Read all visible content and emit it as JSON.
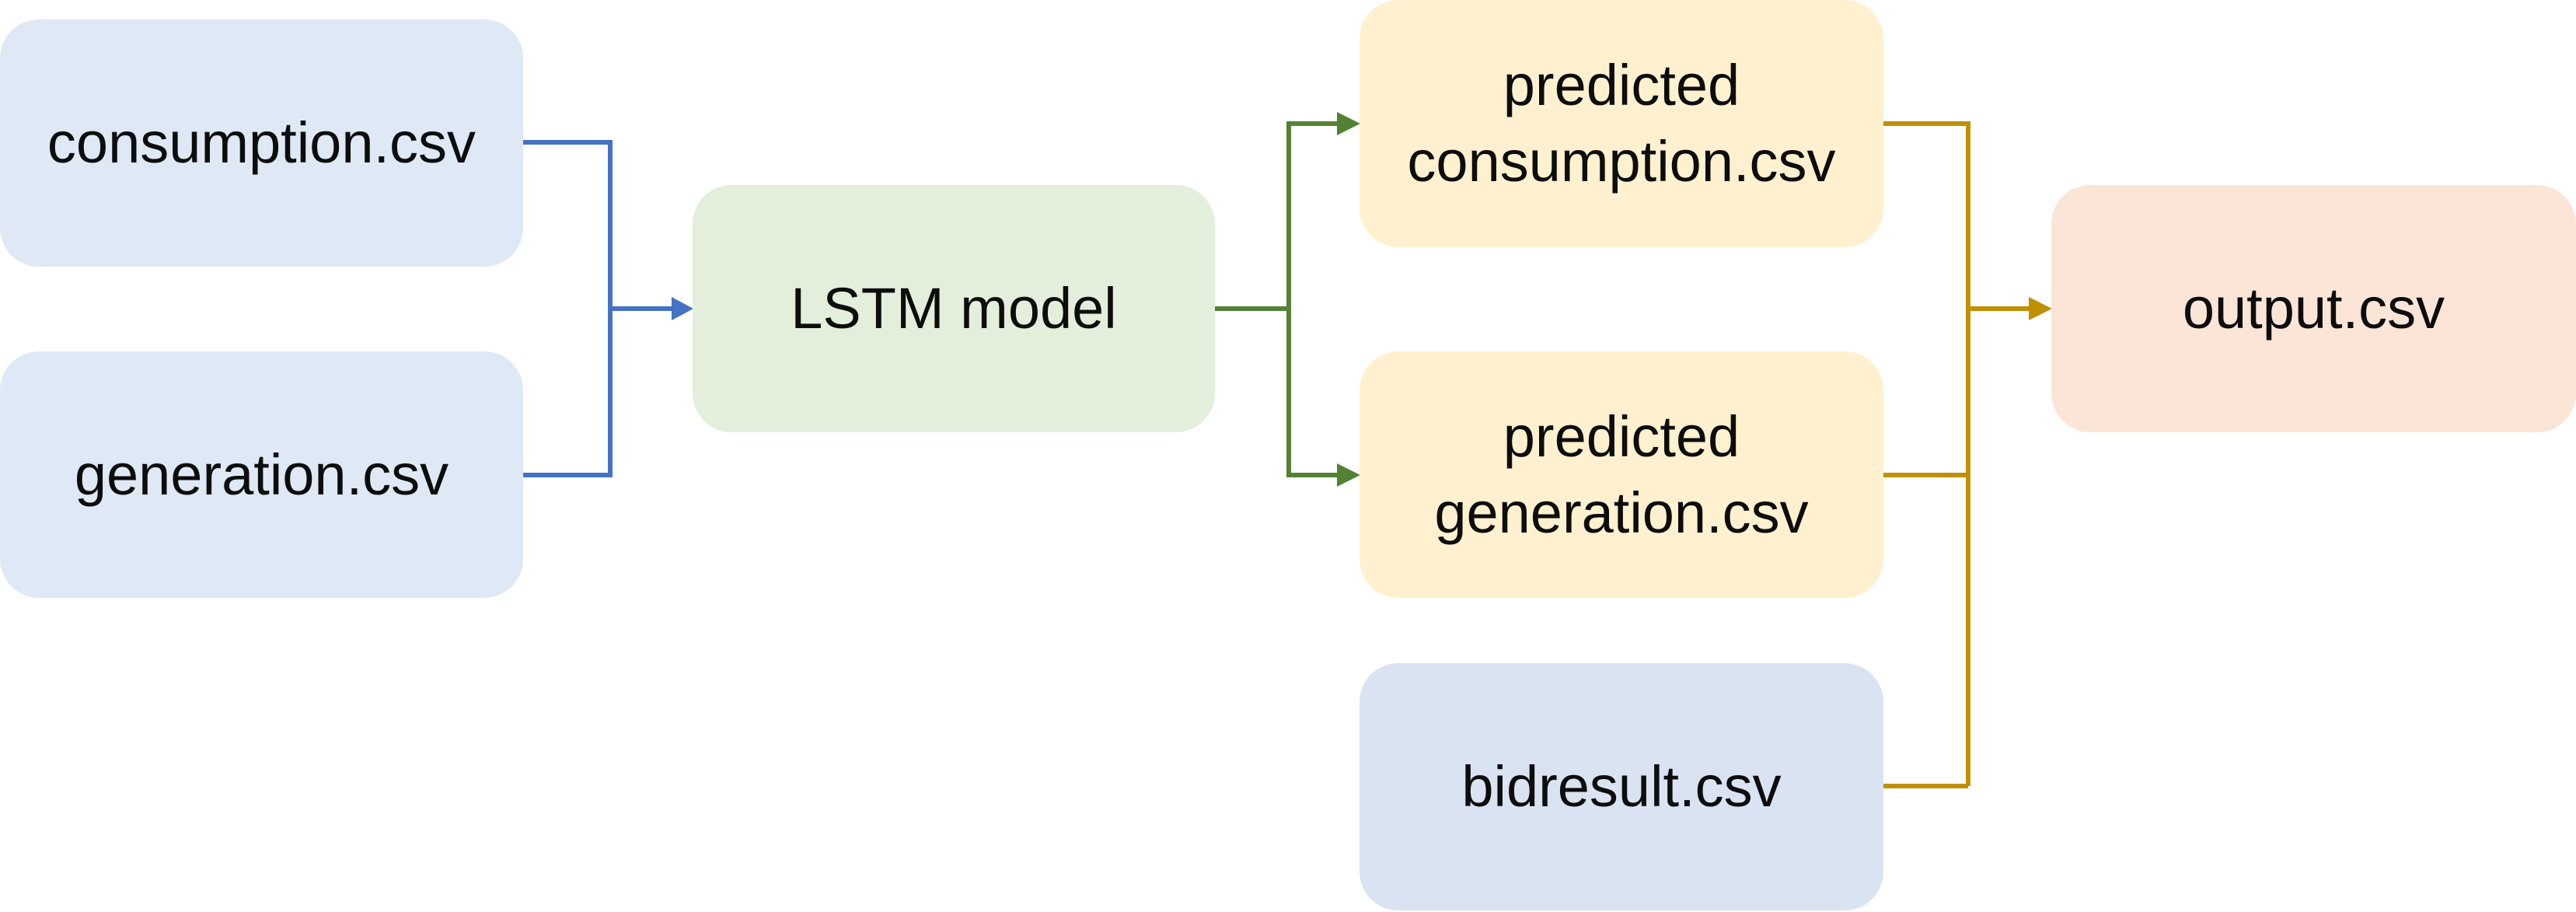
{
  "nodes": {
    "consumption": {
      "label": "consumption.csv",
      "color": "#dee9f5"
    },
    "generation": {
      "label": "generation.csv",
      "color": "#dee9f5"
    },
    "lstm": {
      "label": "LSTM model",
      "color": "#e3efda"
    },
    "predicted_consumption": {
      "line1": "predicted",
      "line2": "consumption.csv",
      "color": "#fff1cf"
    },
    "predicted_generation": {
      "line1": "predicted",
      "line2": "generation.csv",
      "color": "#fff1cf"
    },
    "bidresult": {
      "label": "bidresult.csv",
      "color": "#dae3f2"
    },
    "output": {
      "label": "output.csv",
      "color": "#fbe5d7"
    }
  },
  "edges": [
    {
      "from": "consumption",
      "to": "lstm",
      "color": "#4472c4"
    },
    {
      "from": "generation",
      "to": "lstm",
      "color": "#4472c4"
    },
    {
      "from": "lstm",
      "to": "predicted_consumption",
      "color": "#548235"
    },
    {
      "from": "lstm",
      "to": "predicted_generation",
      "color": "#548235"
    },
    {
      "from": "predicted_consumption",
      "to": "output",
      "color": "#bf9000"
    },
    {
      "from": "predicted_generation",
      "to": "output",
      "color": "#bf9000"
    },
    {
      "from": "bidresult",
      "to": "output",
      "color": "#bf9000"
    }
  ]
}
